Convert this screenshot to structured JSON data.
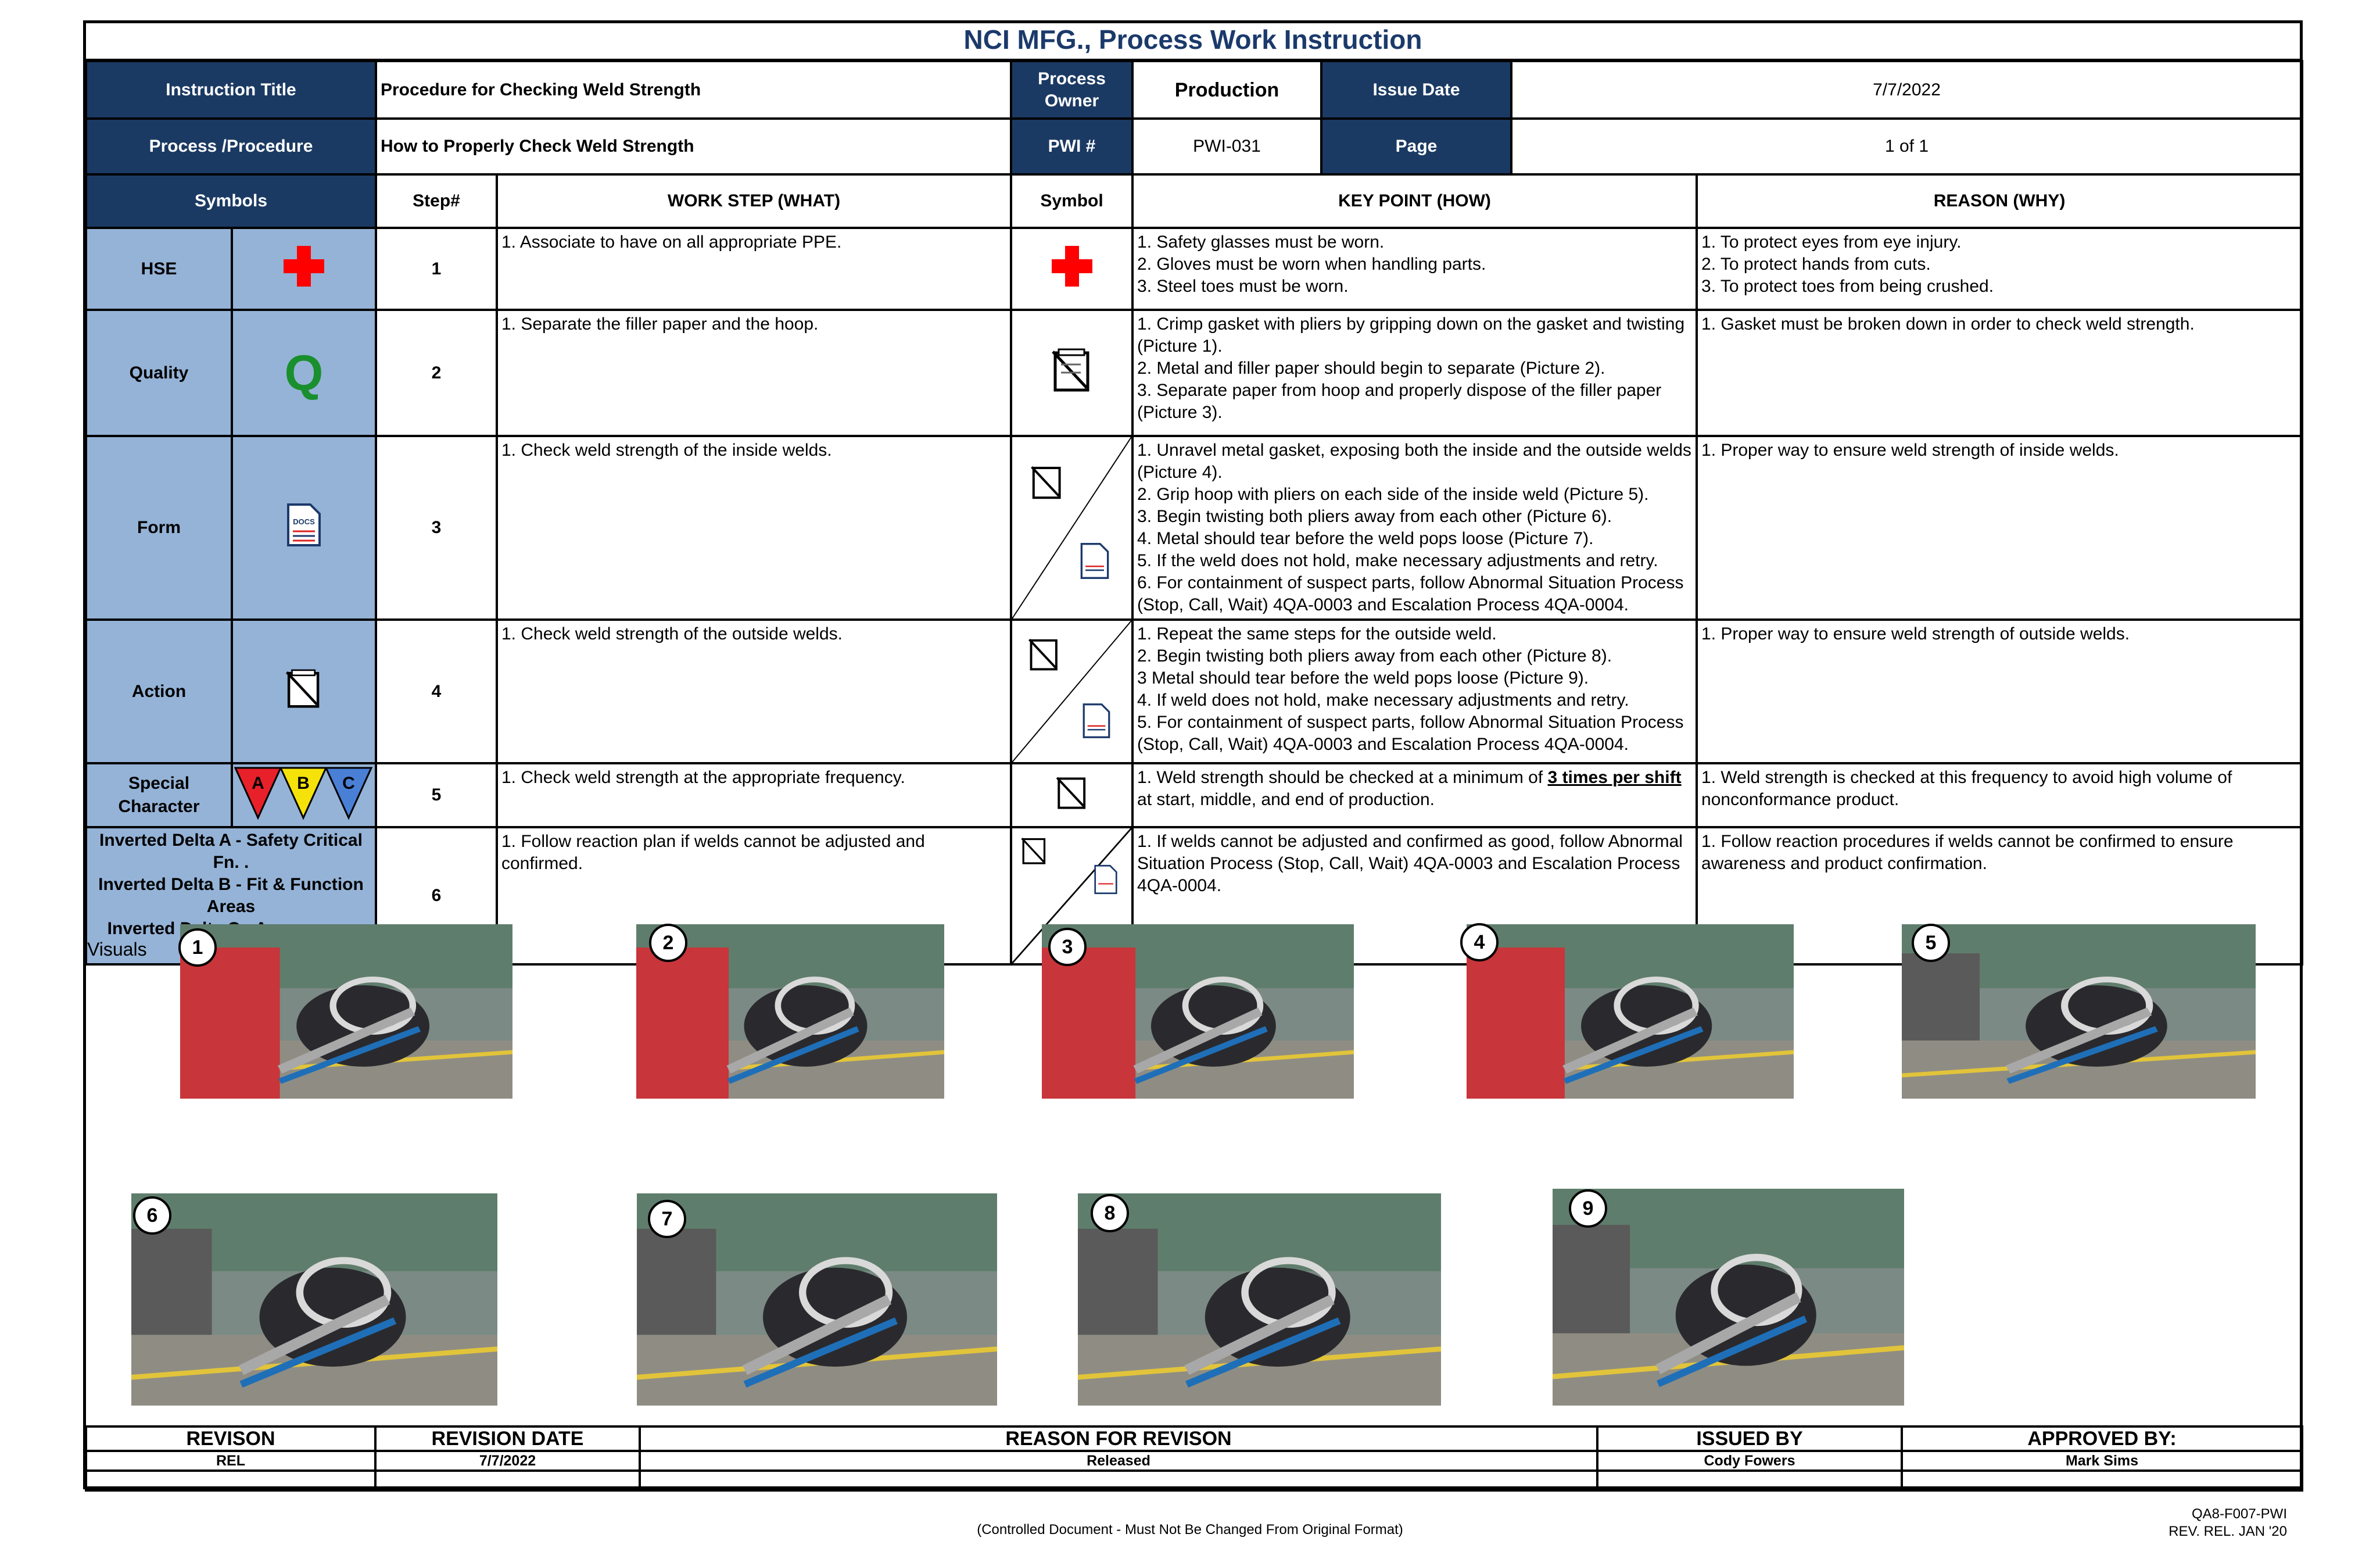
{
  "header": {
    "title": "NCI MFG., Process Work Instruction"
  },
  "info": {
    "instruction_title_label": "Instruction Title",
    "instruction_title": "Procedure for Checking Weld Strength",
    "process_owner_label": "Process Owner",
    "process_owner": "Production",
    "issue_date_label": "Issue Date",
    "issue_date": "7/7/2022",
    "process_label": "Process /Procedure",
    "process": "How to Properly Check Weld Strength",
    "pwi_label": "PWI #",
    "pwi": "PWI-031",
    "page_label": "Page",
    "page": "1 of 1"
  },
  "columns": {
    "symbols": "Symbols",
    "step": "Step#",
    "work_step": "WORK STEP (WHAT)",
    "symbol": "Symbol",
    "key_point": "KEY POINT (HOW)",
    "reason": "REASON (WHY)"
  },
  "symbols": {
    "hse": "HSE",
    "quality": "Quality",
    "quality_icon_letter": "Q",
    "form": "Form",
    "action": "Action",
    "special": "Special Character",
    "delta_a": "A",
    "delta_b": "B",
    "delta_c": "C",
    "docs_label": "DOCS",
    "legend": [
      "Inverted Delta A - Safety Critical Fn. .",
      "Inverted Delta B - Fit & Function Areas",
      "Inverted Delta C  - Appearance Non -Fn."
    ]
  },
  "steps": [
    {
      "num": "1",
      "what": "1. Associate to have on all appropriate PPE.",
      "how": [
        "1. Safety glasses must be worn.",
        "2. Gloves must be worn when handling parts.",
        "3. Steel toes must be worn."
      ],
      "why": [
        "1. To protect eyes from eye injury.",
        "2. To protect hands from cuts.",
        "3. To protect toes from being crushed."
      ]
    },
    {
      "num": "2",
      "what": "1. Separate the filler paper and the hoop.",
      "how": [
        "1. Crimp gasket with pliers by gripping down on the gasket and twisting (Picture 1).",
        "2. Metal and filler paper should begin to separate (Picture 2).",
        "3. Separate paper from hoop and properly dispose of the filler paper (Picture 3)."
      ],
      "why": [
        "1. Gasket must be broken down in order to check weld strength."
      ]
    },
    {
      "num": "3",
      "what": "1. Check weld strength of the inside welds.",
      "how": [
        "1. Unravel metal gasket, exposing both the inside and the outside welds (Picture 4).",
        "2. Grip hoop with pliers on each side of the inside weld (Picture 5).",
        "3. Begin twisting both pliers away from each other (Picture 6).",
        "4. Metal should tear before the weld pops loose (Picture 7).",
        "5. If the weld does not hold, make necessary adjustments and retry.",
        "6. For containment of suspect parts, follow Abnormal Situation Process (Stop, Call, Wait) 4QA-0003 and Escalation Process 4QA-0004."
      ],
      "why": [
        "1. Proper way to ensure weld strength of inside welds."
      ]
    },
    {
      "num": "4",
      "what": "1. Check weld strength of the outside welds.",
      "how": [
        "1. Repeat the same steps for the outside weld.",
        "2. Begin twisting both pliers away from each other (Picture 8).",
        "3 Metal should tear before the weld pops loose (Picture 9).",
        "4. If weld does not hold, make necessary adjustments and retry.",
        "5. For containment of suspect parts, follow Abnormal Situation Process (Stop, Call, Wait) 4QA-0003 and Escalation Process 4QA-0004."
      ],
      "why": [
        "1. Proper way to ensure weld strength of outside welds."
      ]
    },
    {
      "num": "5",
      "what": "1. Check weld strength at the appropriate frequency.",
      "how_pre": "1. Weld strength should be checked at a minimum of ",
      "how_em": "3 times per shift",
      "how_post": " at start, middle, and end of production.",
      "why": [
        "1. Weld strength is checked at this frequency to avoid high volume of nonconformance product."
      ]
    },
    {
      "num": "6",
      "what": "1. Follow reaction plan if welds cannot be adjusted and confirmed.",
      "how": [
        "1. If welds cannot be adjusted and confirmed as good, follow Abnormal Situation Process (Stop, Call, Wait) 4QA-0003 and Escalation Process 4QA-0004."
      ],
      "why": [
        "1. Follow reaction procedures if welds cannot be confirmed to ensure awareness and product confirmation."
      ]
    }
  ],
  "visuals": {
    "label": "Visuals",
    "pictures": [
      "1",
      "2",
      "3",
      "4",
      "5",
      "6",
      "7",
      "8",
      "9"
    ]
  },
  "revision": {
    "headers": [
      "REVISON",
      "REVISION DATE",
      "REASON FOR REVISON",
      "ISSUED BY",
      "APPROVED BY:"
    ],
    "row": [
      "REL",
      "7/7/2022",
      "Released",
      "Cody Fowers",
      "Mark Sims"
    ]
  },
  "footer": {
    "controlled": "(Controlled Document - Must Not Be Changed From Original Format)",
    "form_id": "QA8-F007-PWI",
    "rev": "REV. REL. JAN '20"
  },
  "colors": {
    "navy": "#1b3a63",
    "light_blue": "#95b3d7",
    "title_blue": "#1b3a6b",
    "hse_red": "#ff0000",
    "quality_green": "#1a8f2e",
    "delta_a": "#e8202a",
    "delta_b": "#f5e20a",
    "delta_c": "#4a7fd6"
  },
  "icons": [
    "red-cross-icon",
    "q-icon",
    "docs-icon",
    "action-icon",
    "inverted-delta-icon"
  ]
}
